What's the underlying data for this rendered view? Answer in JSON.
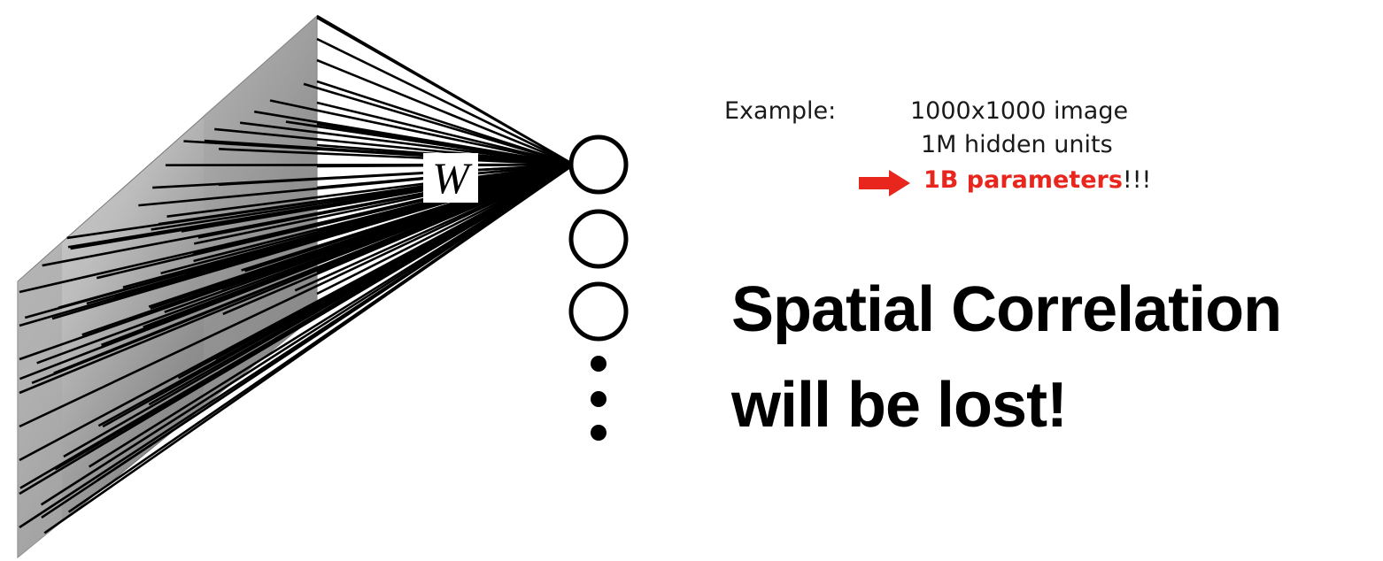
{
  "diagram": {
    "weight_label": "W",
    "node_count_visible": 3,
    "continuation_dots": 3
  },
  "example": {
    "label": "Example:",
    "line1": "1000x1000 image",
    "line2": "1M hidden units",
    "line3": "1B parameters",
    "line3_suffix": "!!!",
    "arrow_icon": "right-arrow-icon",
    "accent_color": "#e8261d"
  },
  "headline": {
    "line1": "Spatial Correlation",
    "line2": "will be lost!"
  }
}
